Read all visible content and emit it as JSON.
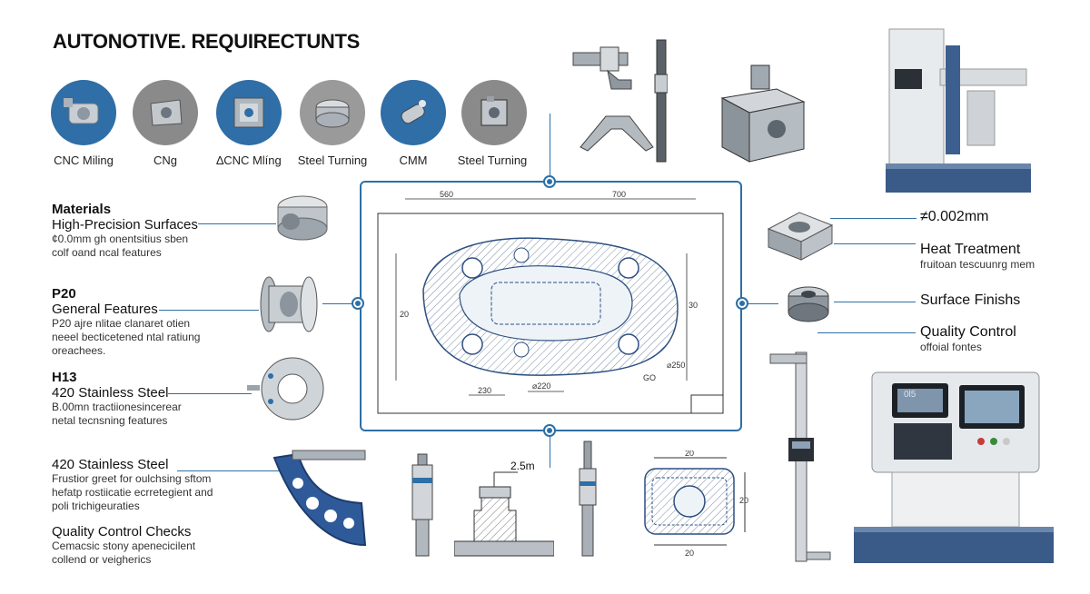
{
  "header": {
    "title": "AUTONOTIVE. REQUIRECTUNTS"
  },
  "processes": [
    {
      "label": "CNC Miling",
      "icon": "cnc-milling-icon",
      "bg": "#2f6ea6"
    },
    {
      "label": "CNg",
      "icon": "cnc-part-icon",
      "bg": "#8a8a8a"
    },
    {
      "label": "∆CNC Mlíng",
      "icon": "cnc-block-icon",
      "bg": "#2f6ea6"
    },
    {
      "label": "Steel Turning",
      "icon": "steel-turning-icon",
      "bg": "#9a9a9a"
    },
    {
      "label": "CMM",
      "icon": "cmm-probe-icon",
      "bg": "#2f6ea6"
    },
    {
      "label": "Steel Turning",
      "icon": "turned-part-icon",
      "bg": "#8a8a8a"
    }
  ],
  "left_panel": {
    "materials": {
      "heading": "Materials",
      "subheading": "High-Precision Surfaces",
      "lines": [
        "¢0.0mm  gh onentsitius sben",
        "colf oand ncal features"
      ]
    },
    "p20": {
      "heading": "P20",
      "subheading": "General Features",
      "lines": [
        "P20 ajre nlitae clanaret otien",
        "neeel becticetened ntal ratiung",
        "oreachees."
      ]
    },
    "h13": {
      "heading": "H13",
      "subheading": "420 Stainless Steel",
      "lines": [
        "B.00mn tractiionesincerear",
        "netal tecnsning features"
      ]
    },
    "stainless": {
      "heading": "420 Stainless Steel",
      "lines": [
        "Frustior greet for oulchsing sftom",
        "hefatp rostiicatie ecrretegient and",
        "poli trichigeuraties"
      ]
    },
    "qc_checks": {
      "heading": "Quality Control Checks",
      "lines": [
        "Cemacsic stony apenecicilent",
        "collend or veigherics"
      ]
    }
  },
  "right_panel": {
    "tolerance": "≠0.002mm",
    "heat": {
      "heading": "Heat Treatment",
      "line": "fruitoan tescuunrg mem"
    },
    "surface": {
      "heading": "Surface Finishs"
    },
    "quality": {
      "heading": "Quality Control",
      "line": "offoial fontes"
    }
  },
  "blueprint": {
    "dims": {
      "top_left": "560",
      "top_right": "700",
      "left": "20",
      "right": "30",
      "bottom_left": "230",
      "bottom_mid": "⌀220",
      "bottom_right": "GO",
      "right_small": "⌀250"
    }
  },
  "bottom_drawing": {
    "callout": "2.5m",
    "dims": [
      "20",
      "20",
      "20"
    ]
  },
  "device": {
    "screen_left": "0l5",
    "screen_right": ""
  },
  "colors": {
    "accent": "#2d6fa6",
    "steel": "#9aa3ad",
    "navy": "#27426e"
  }
}
